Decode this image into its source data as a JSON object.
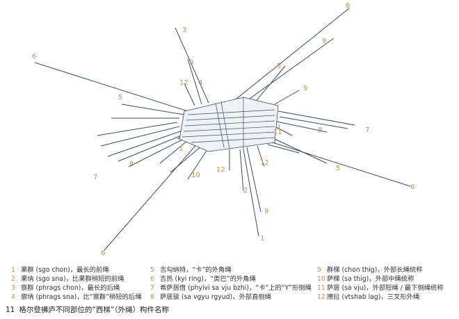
{
  "diagram": {
    "labels": [
      "6",
      "3",
      "9",
      "9",
      "12",
      "4",
      "6",
      "5",
      "9",
      "7",
      "8",
      "11",
      "8",
      "1",
      "5",
      "6",
      "7",
      "10",
      "12",
      "12",
      "2",
      "9",
      "1",
      "6",
      "5",
      "1"
    ]
  },
  "legend": {
    "col1": [
      {
        "n": "1",
        "text": "果群 (sgo chon)，最长的前绳"
      },
      {
        "n": "2",
        "text": "果纳 (sgo sna)，比果群稍短的前绳"
      },
      {
        "n": "3",
        "text": "察群 (phrags chon)，最长的后绳"
      },
      {
        "n": "4",
        "text": "察纳 (phrags sna)，比“察群”稍短的后绳"
      }
    ],
    "col2": [
      {
        "n": "5",
        "text": "吉勾纳特，“卡”的外角绳"
      },
      {
        "n": "6",
        "text": "吉热 (kyi ring)，“类巴”的外角绳"
      },
      {
        "n": "7",
        "text": "希萨居借 (phyivi sa vju bzhi)，“卡”上的“Y”形侧绳"
      },
      {
        "n": "8",
        "text": "萨居骏 (sa vgyu rgyud)，外部直侧绳"
      }
    ],
    "col3": [
      {
        "n": "9",
        "text": "群梯 (chon thig)，外部长绳统称"
      },
      {
        "n": "10",
        "text": "萨梯 (sa thig)，外部中绳统称"
      },
      {
        "n": "11",
        "text": "萨居 (sa vju)，外部短绳 / 最下侧绳统称"
      },
      {
        "n": "12",
        "text": "撩拉 (vtshab lag)，三叉形外绳"
      }
    ]
  },
  "caption": {
    "number": "11",
    "text": "格尔登拂庐不同部位的“西梯”（外绳）构件名称"
  }
}
